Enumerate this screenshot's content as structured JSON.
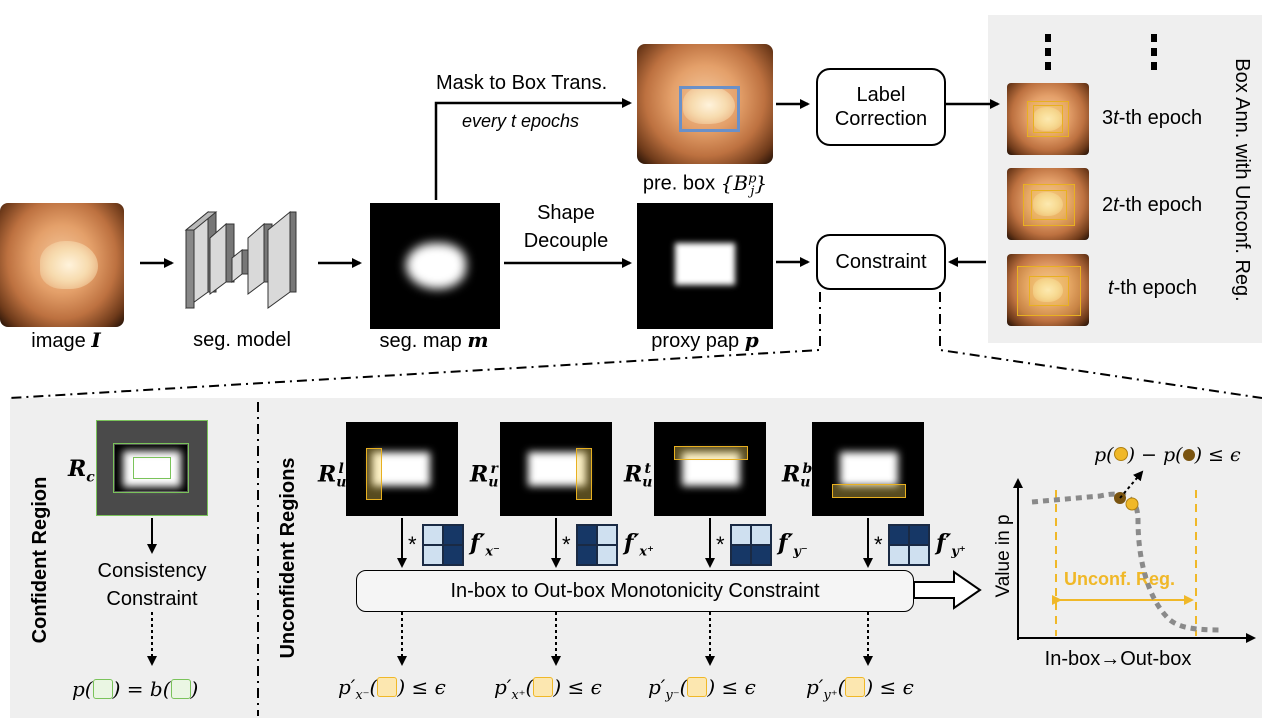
{
  "top": {
    "image_label": "image",
    "image_symbol": "I",
    "seg_model_label": "seg. model",
    "seg_map_label": "seg. map",
    "seg_map_symbol": "m",
    "mask_to_box": "Mask to Box Trans.",
    "every_t": "every t epochs",
    "pred_box_label": "pre. box",
    "pred_box_symbol": "{B",
    "pred_box_sup": "p",
    "pred_box_sub": "j",
    "pred_box_close": "}",
    "shape_decouple_1": "Shape",
    "shape_decouple_2": "Decouple",
    "proxy_label": "proxy pap",
    "proxy_symbol": "p",
    "label_correction_1": "Label",
    "label_correction_2": "Correction",
    "constraint": "Constraint",
    "epochs": [
      {
        "pre": "3",
        "var": "t",
        "post": "-th epoch"
      },
      {
        "pre": "2",
        "var": "t",
        "post": "-th epoch"
      },
      {
        "pre": "",
        "var": "t",
        "post": "-th epoch"
      }
    ],
    "side_title": "Box Ann. with Unconf. Reg."
  },
  "confident": {
    "side_title": "Confident Region",
    "rc_main": "R",
    "rc_sub": "c",
    "consistency_1": "Consistency",
    "consistency_2": "Constraint",
    "formula_p": "p(",
    "formula_mid": ") = b(",
    "formula_end": ")"
  },
  "unconfident": {
    "side_title": "Unconfident Regions",
    "regions": [
      {
        "main": "R",
        "sub": "u",
        "sup": "l"
      },
      {
        "main": "R",
        "sub": "u",
        "sup": "r"
      },
      {
        "main": "R",
        "sub": "u",
        "sup": "t"
      },
      {
        "main": "R",
        "sub": "u",
        "sup": "b"
      }
    ],
    "filters": [
      {
        "main": "f′",
        "sub": "x⁻"
      },
      {
        "main": "f′",
        "sub": "x⁺"
      },
      {
        "main": "f′",
        "sub": "y⁻"
      },
      {
        "main": "f′",
        "sub": "y⁺"
      }
    ],
    "star": "*",
    "monotonicity": "In-box to Out-box Monotonicity Constraint",
    "outputs": [
      {
        "main": "p′",
        "sub": "x⁻",
        "tail": ") ≤ ϵ"
      },
      {
        "main": "p′",
        "sub": "x⁺",
        "tail": ") ≤ ϵ"
      },
      {
        "main": "p′",
        "sub": "y⁻",
        "tail": ") ≤ ϵ"
      },
      {
        "main": "p′",
        "sub": "y⁺",
        "tail": ") ≤ ϵ"
      }
    ]
  },
  "plot": {
    "ineq_a": "p(",
    "ineq_b": ") − p(",
    "ineq_c": ") ≤ ϵ",
    "ylabel": "Value  in p",
    "xlabel": "In-box→Out-box",
    "unconf": "Unconf. Reg."
  },
  "colors": {
    "accent_yellow": "#f0b828",
    "green": "#7ac35a",
    "dark_point": "#7a5410",
    "kernel_dark": "#163766",
    "kernel_light": "#cfe0f0"
  }
}
